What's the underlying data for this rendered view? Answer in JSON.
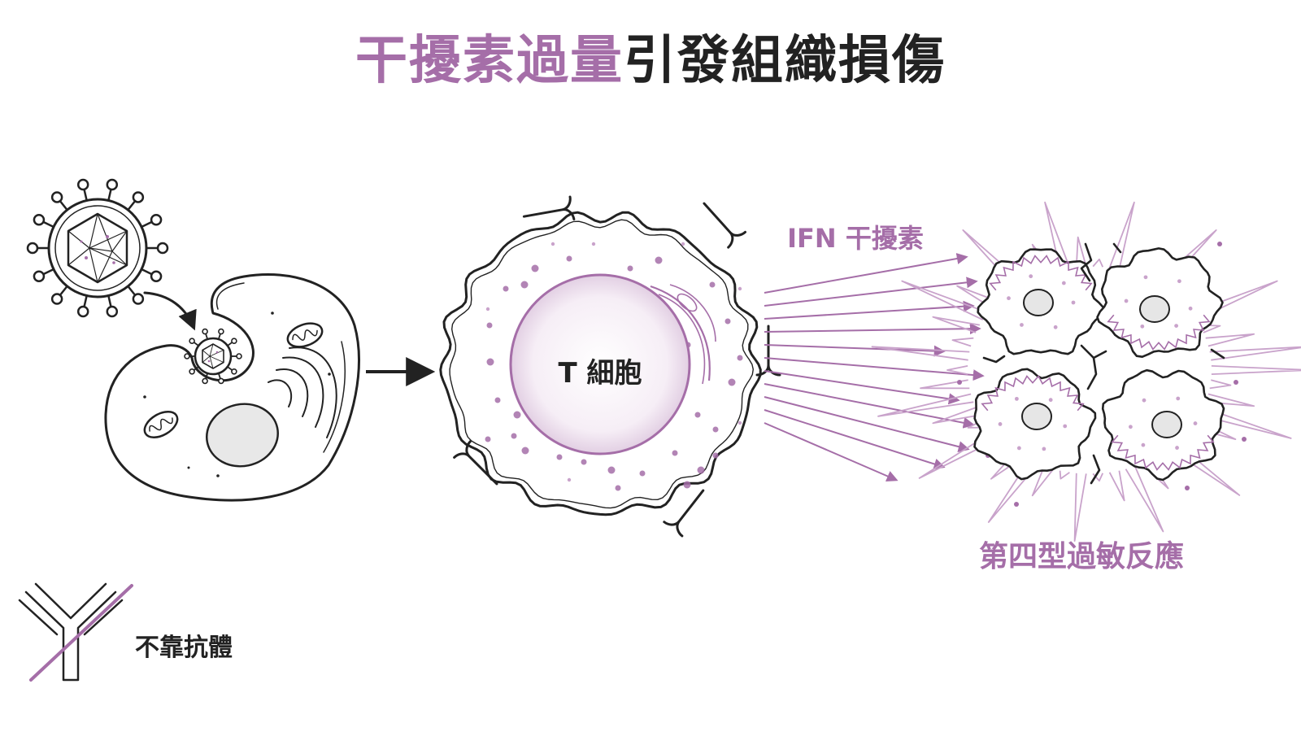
{
  "colors": {
    "accent": "#a56ea8",
    "accent_light": "#c9a3cb",
    "ink": "#222222",
    "nucleus_gray": "#e6e6e6"
  },
  "title": {
    "highlight": "干擾素過量",
    "rest": "引發組織損傷"
  },
  "labels": {
    "t_cell": "T 細胞",
    "ifn": "IFN 干擾素",
    "reaction_type": "第四型過敏反應",
    "no_antibody": "不靠抗體"
  },
  "icons": {
    "virus": "virus-icon",
    "infected_cell": "infected-cell-icon",
    "t_cell": "t-cell-icon",
    "damaged_tissue": "damaged-tissue-icon",
    "crossed_antibody": "crossed-antibody-icon"
  }
}
